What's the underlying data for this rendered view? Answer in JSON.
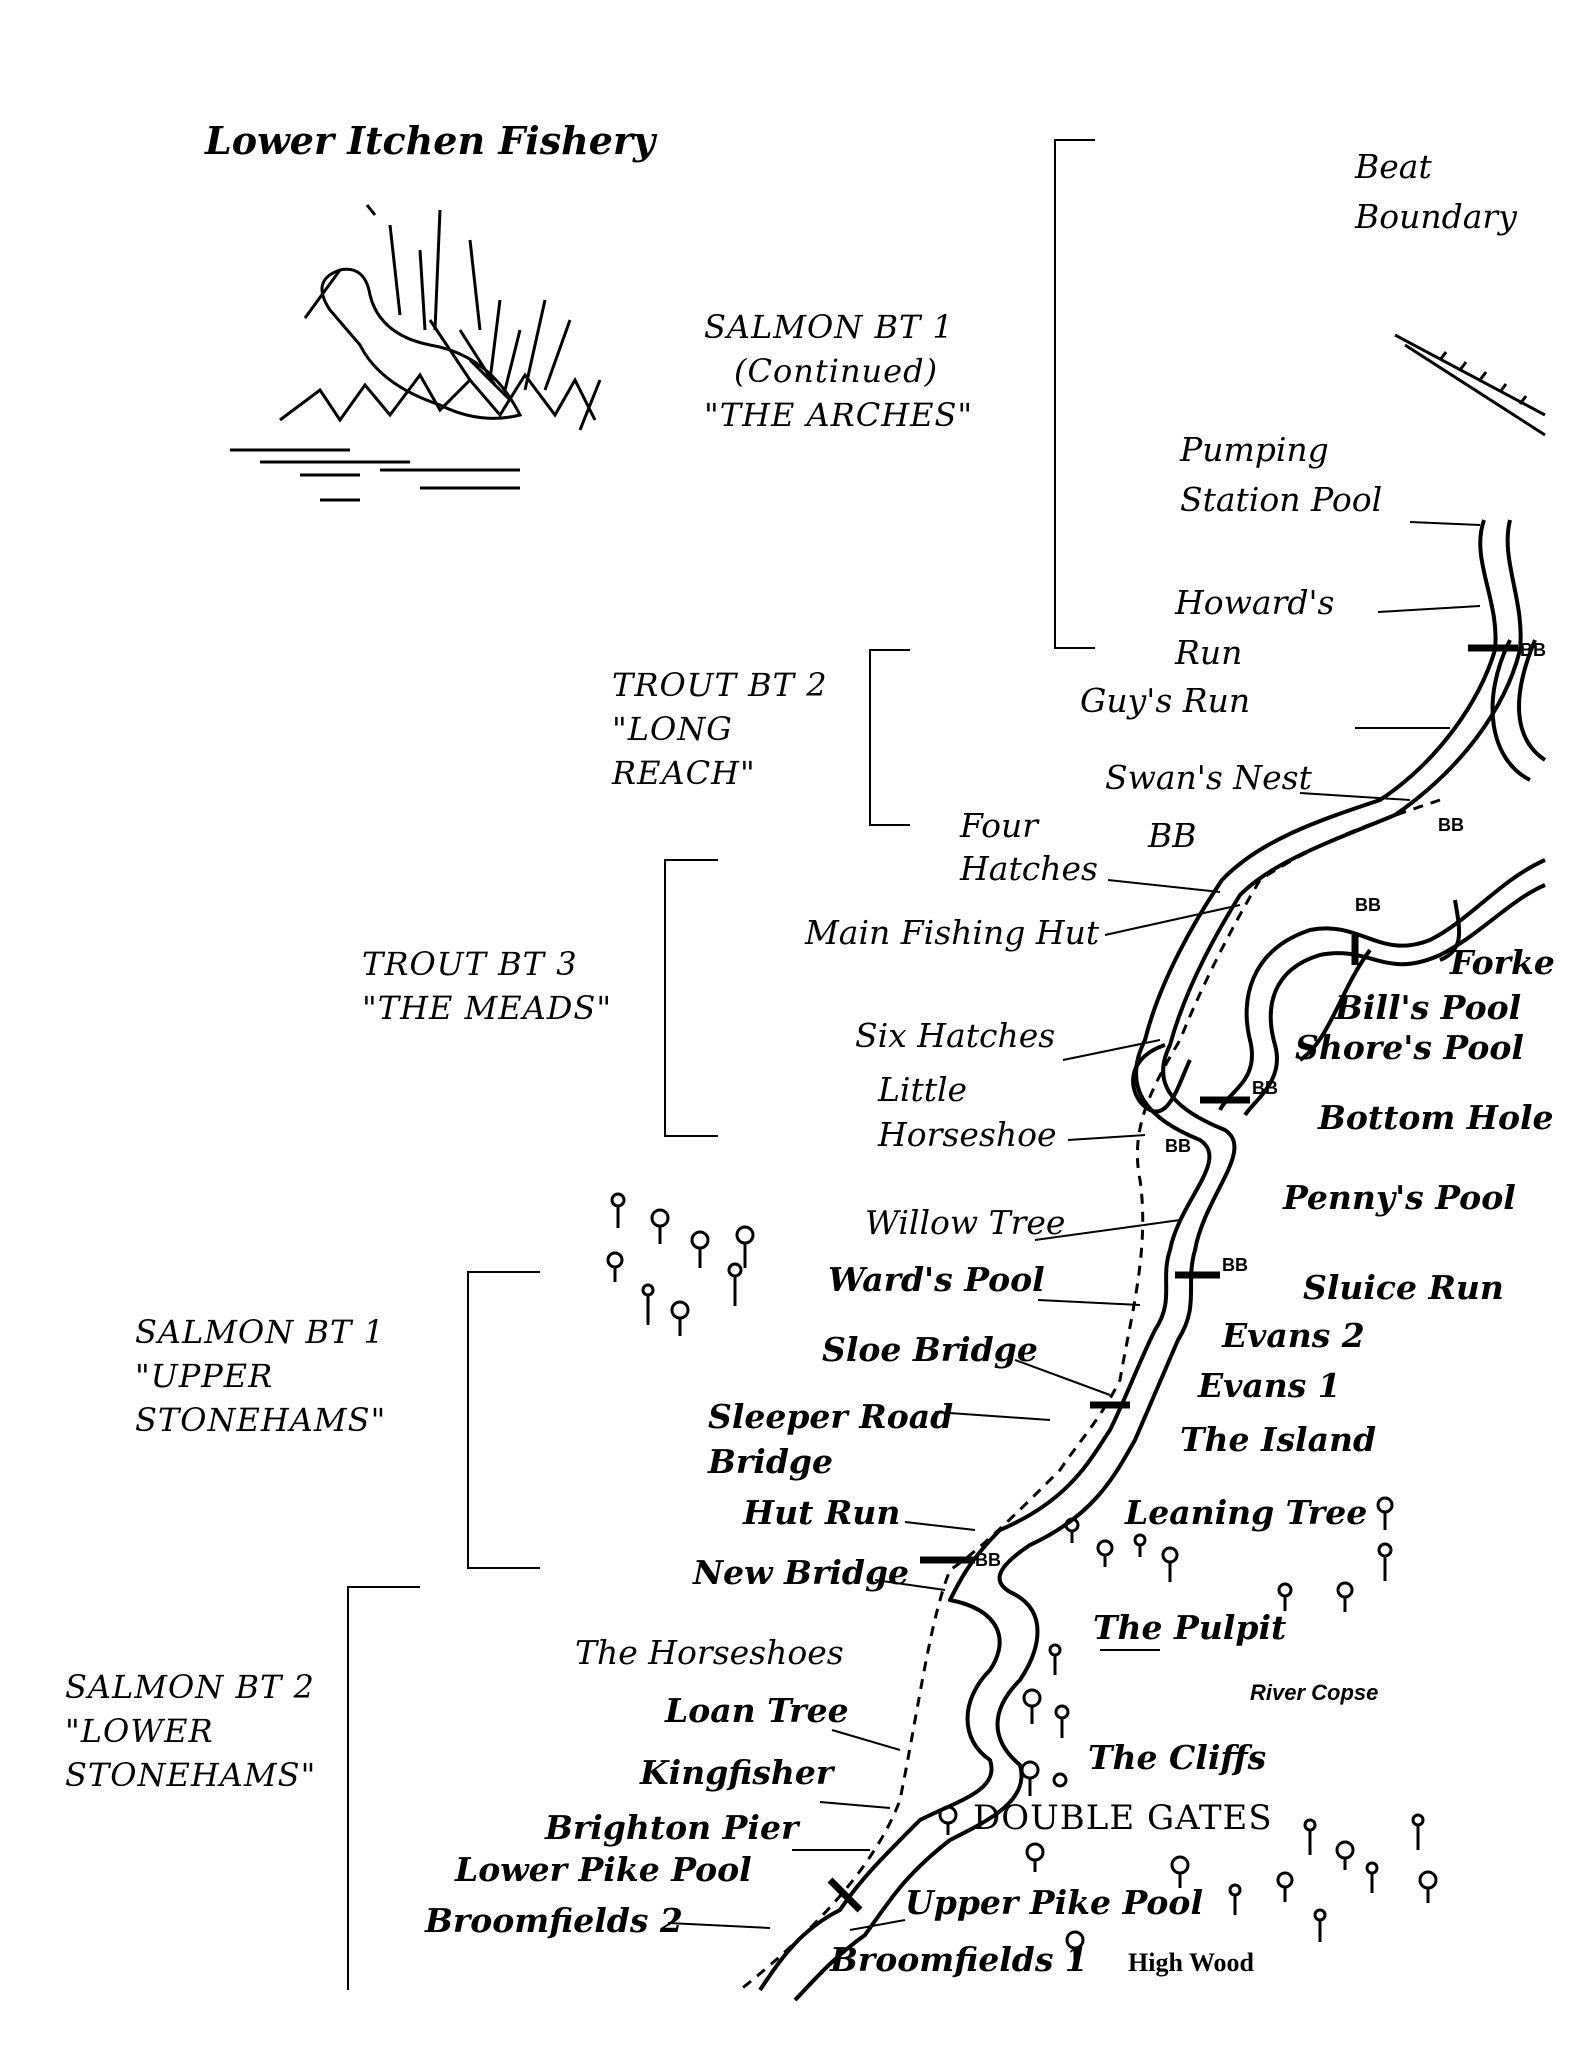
{
  "title": "Lower Itchen Fishery",
  "beats": {
    "salmon1_continued": [
      "SALMON BT 1",
      "(Continued)",
      "\"THE ARCHES\""
    ],
    "trout2": [
      "TROUT BT 2",
      "\"LONG",
      "REACH\""
    ],
    "trout3": [
      "TROUT BT 3",
      "\"THE MEADS\""
    ],
    "salmon1_upper": [
      "SALMON BT 1",
      "\"UPPER",
      "STONEHAMS\""
    ],
    "salmon2_lower": [
      "SALMON BT 2",
      "\"LOWER",
      "STONEHAMS\""
    ]
  },
  "beat_boundary": [
    "Beat",
    "Boundary"
  ],
  "pools": {
    "pumping_station": [
      "Pumping",
      "Station Pool"
    ],
    "howards_run": [
      "Howard's",
      "Run"
    ],
    "guys_run": "Guy's Run",
    "swans_nest": "Swan's Nest",
    "four_hatches": [
      "Four",
      "Hatches"
    ],
    "bb": "BB",
    "main_fishing_hut": "Main Fishing Hut",
    "forke": "Forke",
    "bills_pool": "Bill's Pool",
    "shores_pool": "Shore's Pool",
    "six_hatches": "Six Hatches",
    "little_horseshoe": [
      "Little",
      "Horseshoe"
    ],
    "bottom_hole": "Bottom Hole",
    "pennys_pool": "Penny's Pool",
    "willow_tree": "Willow Tree",
    "wards_pool": "Ward's Pool",
    "sluice_run": "Sluice Run",
    "evans2": "Evans 2",
    "evans1": "Evans 1",
    "sloe_bridge": "Sloe Bridge",
    "sleeper_road_bridge": [
      "Sleeper Road",
      "Bridge"
    ],
    "the_island": "The Island",
    "hut_run": "Hut Run",
    "leaning_tree": "Leaning Tree",
    "new_bridge": "New Bridge",
    "the_pulpit": "The Pulpit",
    "the_horseshoes": "The Horseshoes",
    "river_copse": "River Copse",
    "loan_tree": "Loan Tree",
    "the_cliffs": "The Cliffs",
    "kingfisher": "Kingfisher",
    "double_gates": "DOUBLE GATES",
    "brighton_pier": "Brighton Pier",
    "lower_pike_pool": "Lower Pike Pool",
    "upper_pike_pool": "Upper Pike Pool",
    "broomfields2": "Broomfields 2",
    "broomfields1": "Broomfields 1",
    "high_wood": "High Wood"
  },
  "bridge_marks": [
    "BB",
    "BB",
    "BB",
    "BB",
    "BB",
    "BB",
    "BB"
  ]
}
